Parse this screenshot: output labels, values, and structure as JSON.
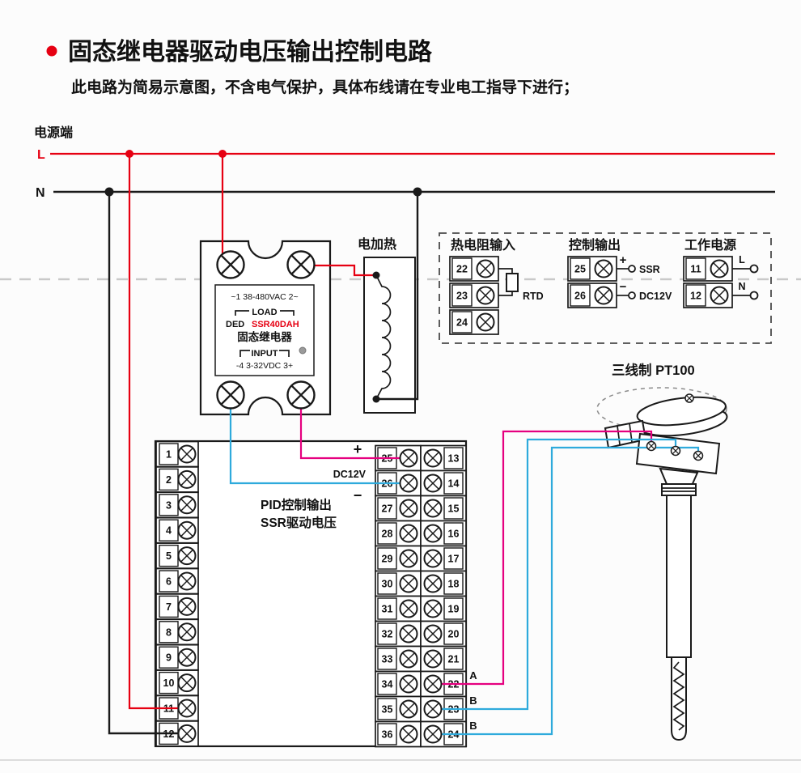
{
  "colors": {
    "red": "#e60012",
    "magenta": "#e5007f",
    "cyan": "#2eaadc",
    "line": "#1a1a1a",
    "dash": "#c9c9c9"
  },
  "header": {
    "title": "固态继电器驱动电压输出控制电路",
    "subtitle": "此电路为简易示意图，不含电气保护，具体布线请在专业电工指导下进行；"
  },
  "power": {
    "label": "电源端",
    "l": "L",
    "n": "N"
  },
  "ssr": {
    "top_row": "~1 38-480VAC 2~",
    "load": "LOAD",
    "brand": "DED",
    "model": "SSR40DAH",
    "name": "固态继电器",
    "input": "INPUT",
    "bottom_row": "-4 3-32VDC 3+"
  },
  "heater": {
    "label": "电加热"
  },
  "panel": {
    "rtd": {
      "title": "热电阻输入",
      "terminals": [
        "22",
        "23",
        "24"
      ],
      "label": "RTD"
    },
    "ctrl": {
      "title": "控制输出",
      "terminals": [
        "25",
        "26"
      ],
      "plus": "+",
      "minus": "−",
      "ssr": "SSR",
      "dc12v": "DC12V"
    },
    "supply": {
      "title": "工作电源",
      "terminals": [
        "11",
        "12"
      ],
      "l": "L",
      "n": "N"
    }
  },
  "block": {
    "left": [
      "1",
      "2",
      "3",
      "4",
      "5",
      "6",
      "7",
      "8",
      "9",
      "10",
      "11",
      "12"
    ],
    "mid": [
      "25",
      "26",
      "27",
      "28",
      "29",
      "30",
      "31",
      "32",
      "33",
      "34",
      "35",
      "36"
    ],
    "right": [
      "13",
      "14",
      "15",
      "16",
      "17",
      "18",
      "19",
      "20",
      "21",
      "22",
      "23",
      "24"
    ],
    "plus": "+",
    "dc12v": "DC12V",
    "minus": "−",
    "pid1": "PID控制输出",
    "pid2": "SSR驱动电压",
    "a": "A",
    "b1": "B",
    "b2": "B"
  },
  "sensor": {
    "label": "三线制 PT100"
  }
}
